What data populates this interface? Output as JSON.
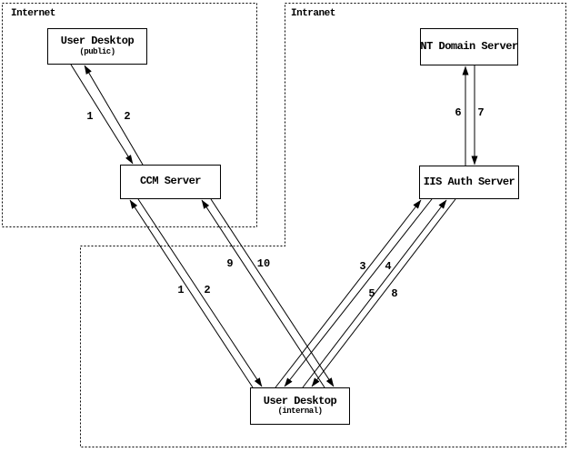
{
  "diagram": {
    "colors": {
      "line": "#000000",
      "background": "#ffffff"
    },
    "zones": [
      {
        "id": "internet",
        "label": "Internet"
      },
      {
        "id": "intranet",
        "label": "Intranet"
      }
    ],
    "nodes": [
      {
        "id": "user-desktop-public",
        "title": "User Desktop",
        "subtitle": "(public)",
        "zone": "internet"
      },
      {
        "id": "ccm-server",
        "title": "CCM Server",
        "zone": "internet"
      },
      {
        "id": "nt-domain-server",
        "title": "NT Domain Server",
        "zone": "intranet"
      },
      {
        "id": "iis-auth-server",
        "title": "IIS Auth Server",
        "zone": "intranet"
      },
      {
        "id": "user-desktop-internal",
        "title": "User Desktop",
        "subtitle": "(internal)",
        "zone": "intranet"
      }
    ],
    "edges": [
      {
        "label": "1",
        "from": "user-desktop-public",
        "to": "ccm-server"
      },
      {
        "label": "2",
        "from": "ccm-server",
        "to": "user-desktop-public"
      },
      {
        "label": "1",
        "from": "user-desktop-internal",
        "to": "ccm-server"
      },
      {
        "label": "2",
        "from": "ccm-server",
        "to": "user-desktop-internal"
      },
      {
        "label": "9",
        "from": "user-desktop-internal",
        "to": "ccm-server"
      },
      {
        "label": "10",
        "from": "ccm-server",
        "to": "user-desktop-internal"
      },
      {
        "label": "3",
        "from": "user-desktop-internal",
        "to": "iis-auth-server"
      },
      {
        "label": "4",
        "from": "iis-auth-server",
        "to": "user-desktop-internal"
      },
      {
        "label": "5",
        "from": "user-desktop-internal",
        "to": "iis-auth-server"
      },
      {
        "label": "8",
        "from": "iis-auth-server",
        "to": "user-desktop-internal"
      },
      {
        "label": "6",
        "from": "iis-auth-server",
        "to": "nt-domain-server"
      },
      {
        "label": "7",
        "from": "nt-domain-server",
        "to": "iis-auth-server"
      }
    ]
  }
}
